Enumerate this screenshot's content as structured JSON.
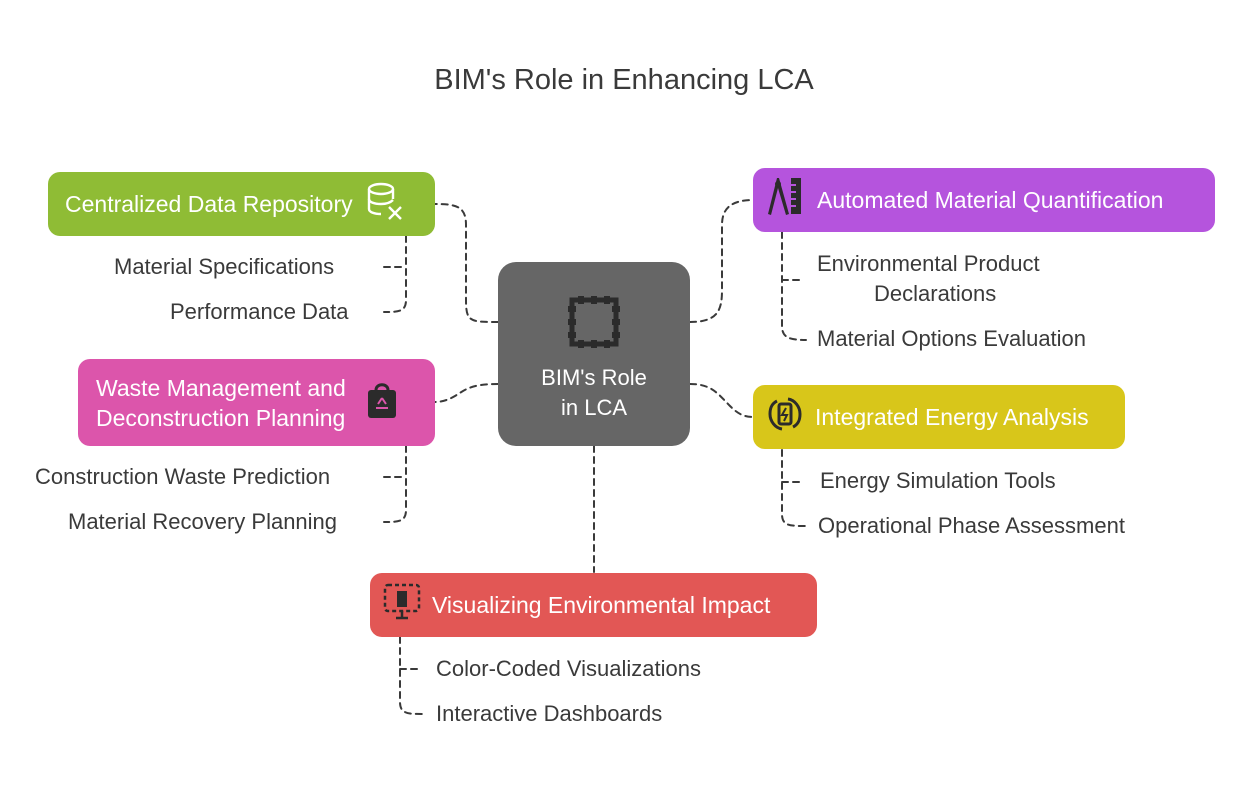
{
  "title": "BIM's Role in Enhancing LCA",
  "center": {
    "line1": "BIM's Role",
    "line2": "in LCA",
    "icon": "bim-grid-icon",
    "color": "#666666"
  },
  "branches": {
    "centralized": {
      "label": "Centralized Data Repository",
      "icon": "database-x-icon",
      "color": "#8fbc35",
      "items": [
        "Material Specifications",
        "Performance Data"
      ]
    },
    "automated": {
      "label": "Automated Material Quantification",
      "icon": "drafting-tools-icon",
      "color": "#b554dd",
      "items": [
        "Environmental Product",
        "Declarations",
        "Material Options Evaluation"
      ]
    },
    "waste": {
      "label_line1": "Waste Management and",
      "label_line2": "Deconstruction Planning",
      "icon": "recycle-bag-icon",
      "color": "#dc55ab",
      "items": [
        "Construction Waste Prediction",
        "Material Recovery Planning"
      ]
    },
    "energy": {
      "label": "Integrated Energy Analysis",
      "icon": "energy-cycle-icon",
      "color": "#d8c61a",
      "items": [
        "Energy Simulation Tools",
        "Operational Phase Assessment"
      ]
    },
    "visualizing": {
      "label": "Visualizing Environmental Impact",
      "icon": "screen-select-icon",
      "color": "#e25755",
      "items": [
        "Color-Coded Visualizations",
        "Interactive Dashboards"
      ]
    }
  }
}
